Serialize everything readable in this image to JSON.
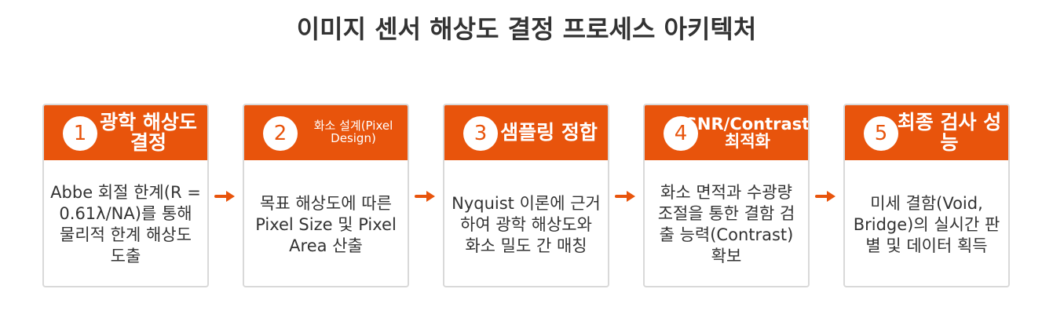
{
  "title": "이미지 센서 해상도 결정 프로세스 아키텍처",
  "colors": {
    "accent": "#e8540c",
    "border": "#d9d9d9",
    "text": "#333333"
  },
  "steps": [
    {
      "number": "1",
      "title": "광학 해상도 결정",
      "body": "Abbe 회절 한계(R = 0.61λ/NA)를 통해 물리적 한계 해상도 도출"
    },
    {
      "number": "2",
      "title": "화소 설계(Pixel Design)",
      "body": "목표 해상도에 따른 Pixel Size 및 Pixel Area 산출"
    },
    {
      "number": "3",
      "title": "샘플링 정합",
      "body": "Nyquist 이론에 근거하여 광학 해상도와 화소 밀도 간 매칭"
    },
    {
      "number": "4",
      "title": "SNR/Contrast 최적화",
      "body": "화소 면적과 수광량 조절을 통한 결함 검출 능력(Contrast) 확보"
    },
    {
      "number": "5",
      "title": "최종 검사 성능",
      "body": "미세 결함(Void, Bridge)의 실시간 판별 및 데이터 획득"
    }
  ]
}
